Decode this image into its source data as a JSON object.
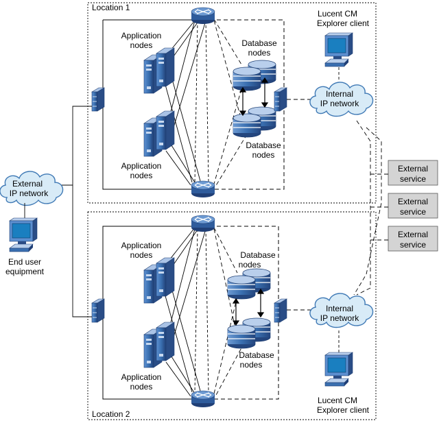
{
  "locations": [
    {
      "label": "Location 1",
      "app_top_label": [
        "Application",
        "nodes"
      ],
      "app_bottom_label": [
        "Application",
        "nodes"
      ],
      "db_top_label": [
        "Database",
        "nodes"
      ],
      "db_bottom_label": [
        "Database",
        "nodes"
      ],
      "internal_network": [
        "Internal",
        "IP network"
      ],
      "client_label": [
        "Lucent CM",
        "Explorer client"
      ]
    },
    {
      "label": "Location 2",
      "app_top_label": [
        "Application",
        "nodes"
      ],
      "app_bottom_label": [
        "Application",
        "nodes"
      ],
      "db_top_label": [
        "Database",
        "nodes"
      ],
      "db_bottom_label": [
        "Database",
        "nodes"
      ],
      "internal_network": [
        "Internal",
        "IP network"
      ],
      "client_label": [
        "Lucent CM",
        "Explorer client"
      ]
    }
  ],
  "external_network": [
    "External",
    "IP network"
  ],
  "end_user": [
    "End user",
    "equipment"
  ],
  "external_services": [
    [
      "External",
      "service"
    ],
    [
      "External",
      "service"
    ],
    [
      "External",
      "service"
    ]
  ],
  "colors": {
    "device_blue": "#3a6fb0",
    "device_dark": "#1f3f73",
    "screen_blue": "#1a7fc0",
    "cloud_fill": "#d8ebf7",
    "cloud_stroke": "#3f79b5",
    "service_fill": "#d4d4d4"
  }
}
